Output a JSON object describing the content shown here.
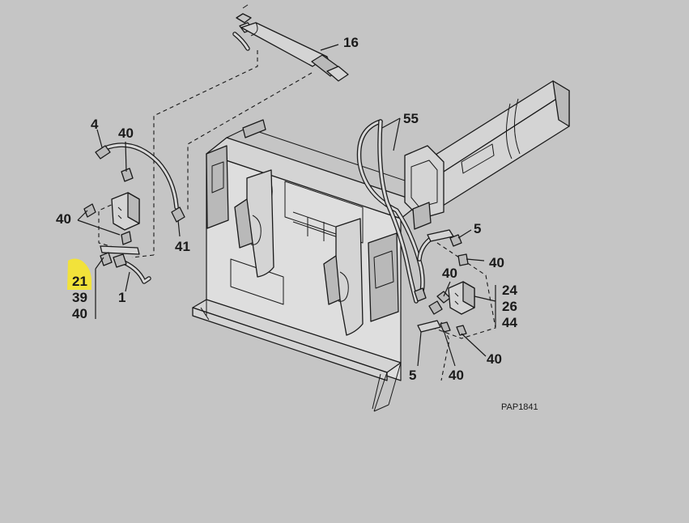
{
  "diagram": {
    "reference": "PAP1841",
    "highlight_color": "#f2e23a",
    "line_color": "#1a1a1a",
    "background_color": "#c5c5c5",
    "callouts": {
      "c16": "16",
      "c4": "4",
      "c40_top": "40",
      "c40_left": "40",
      "c41": "41",
      "c21": "21",
      "c39": "39",
      "c40_group": "40",
      "c1": "1",
      "c55": "55",
      "c5_upper": "5",
      "c40_upper_right": "40",
      "c40_mid": "40",
      "c24": "24",
      "c26": "26",
      "c44": "44",
      "c40_lower_right": "40",
      "c40_bottom": "40",
      "c5_lower": "5"
    }
  }
}
